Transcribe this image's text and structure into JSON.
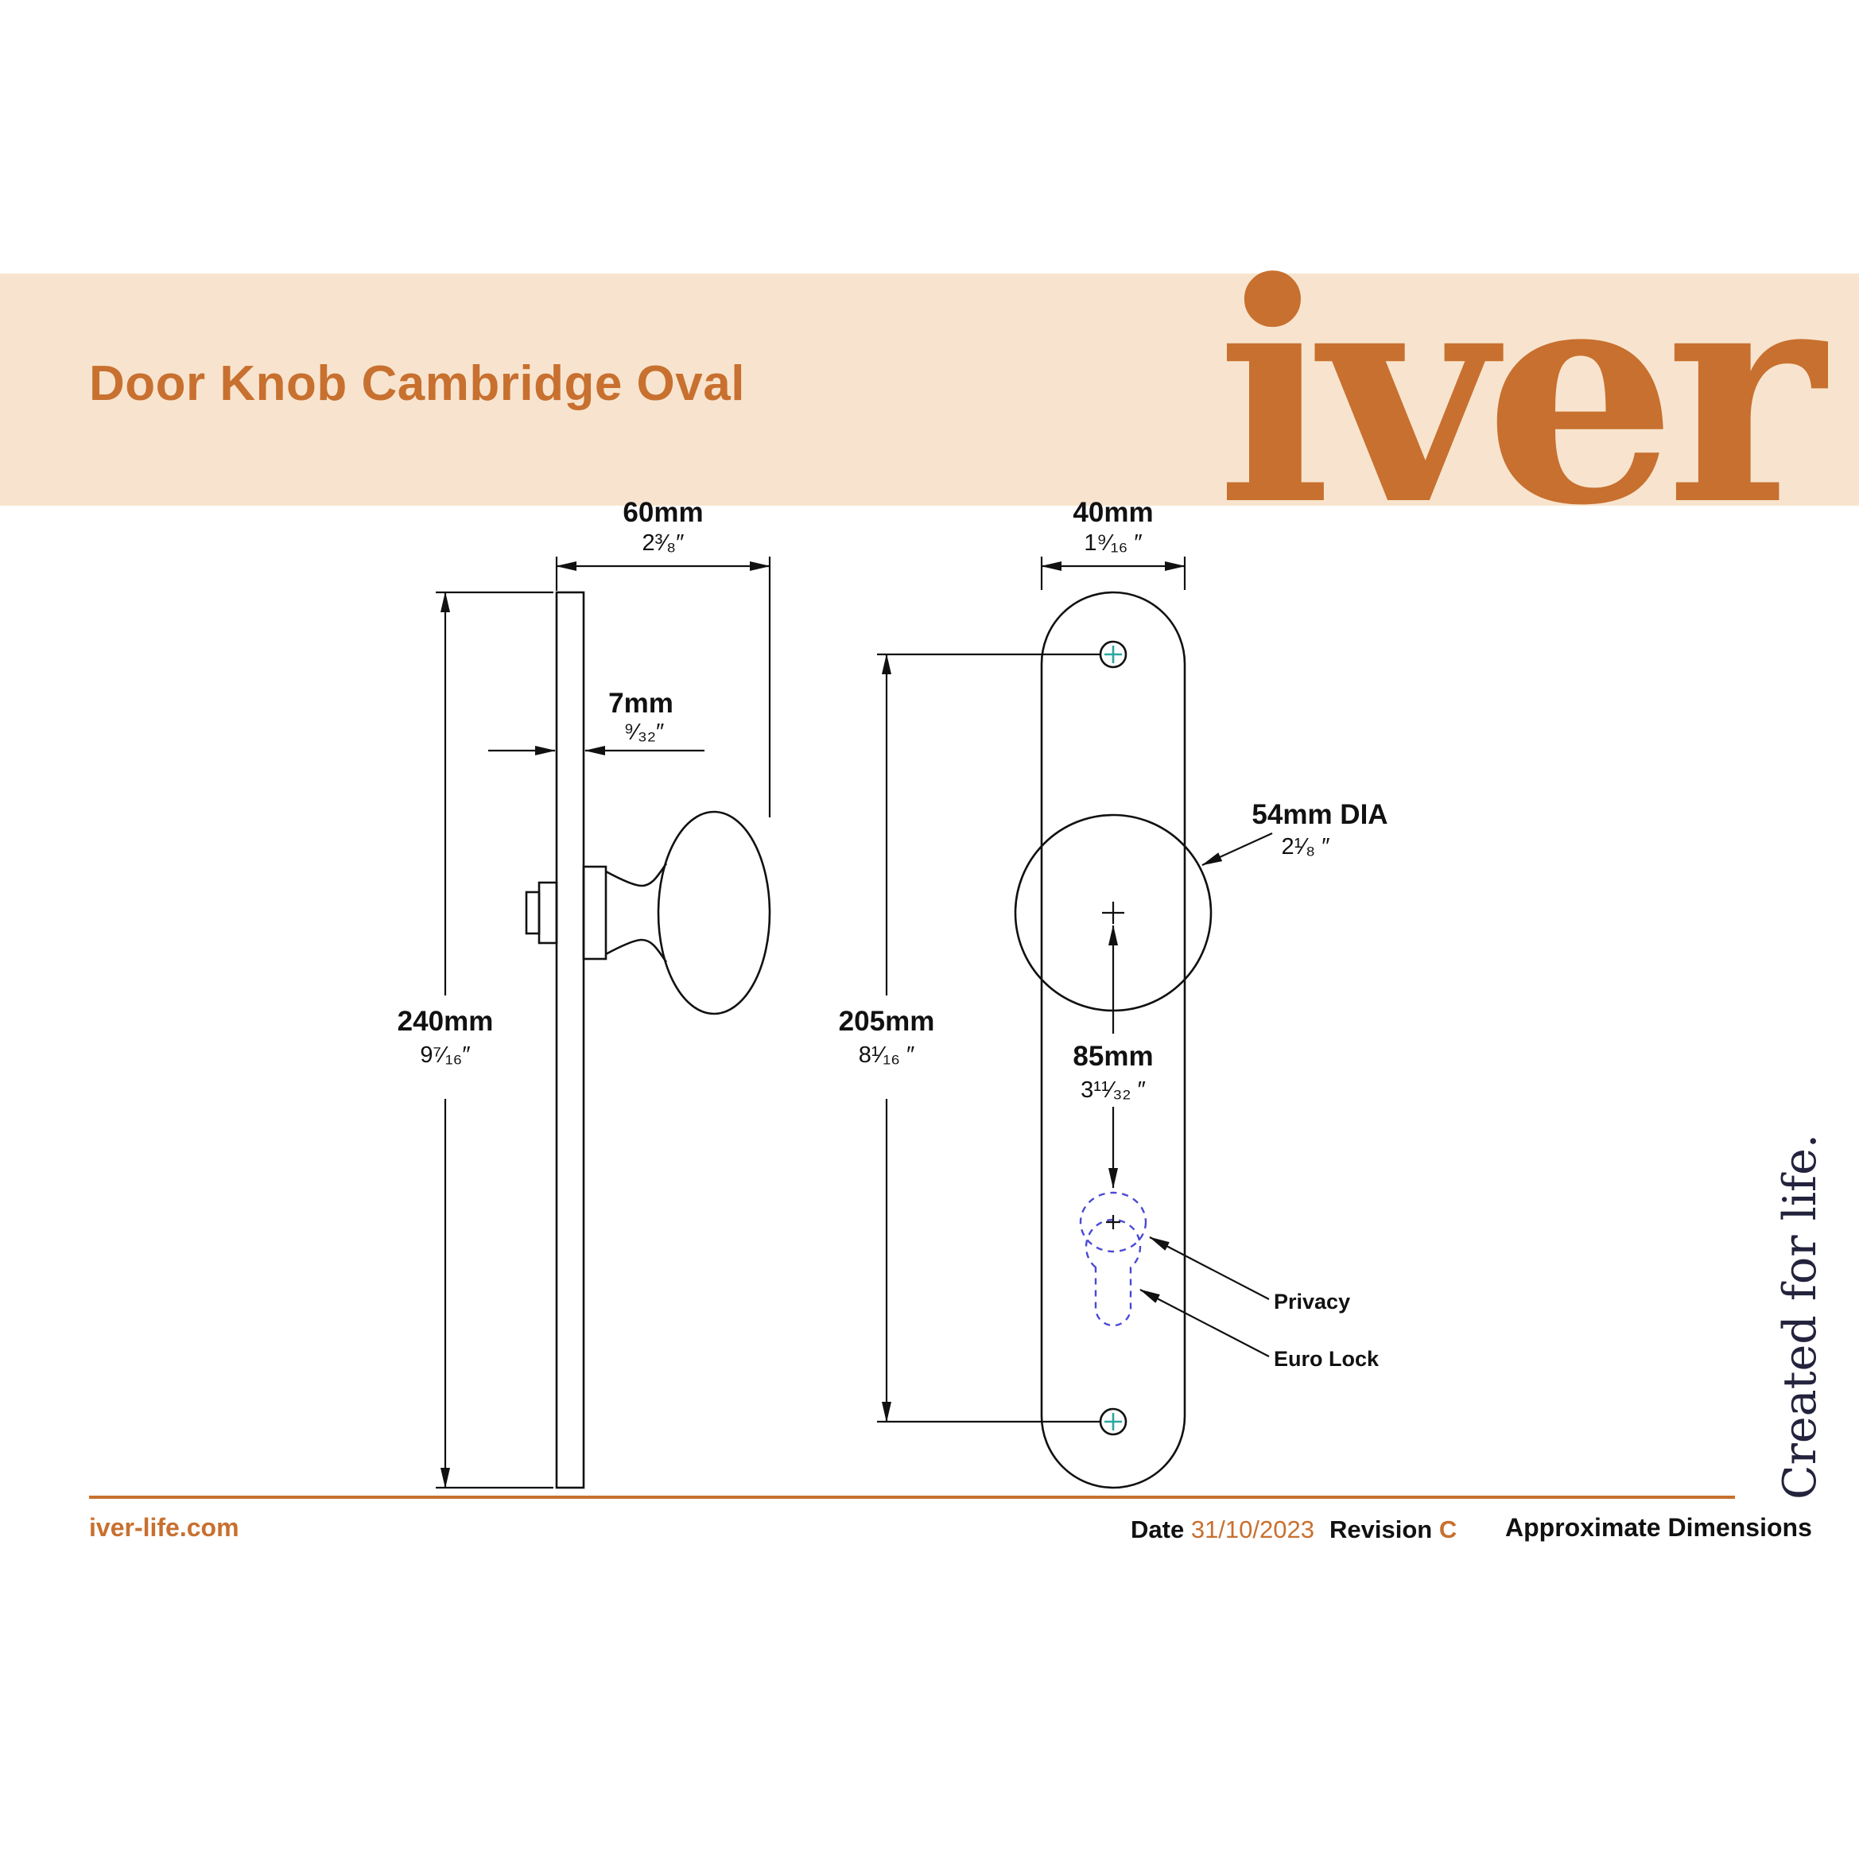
{
  "header": {
    "title": "Door Knob Cambridge Oval",
    "logo": "iver"
  },
  "tagline": "Created for life.",
  "colors": {
    "accent_orange": "#c8702f",
    "band_peach": "#f8e4ce",
    "line_black": "#111111",
    "screw_cross_teal": "#2aa8a0",
    "cutout_dashed_blue": "#4a4ad6"
  },
  "drawing": {
    "side": {
      "depth_mm": "60mm",
      "depth_in": "2³⁄₈″",
      "thickness_mm": "7mm",
      "thickness_in": "⁹⁄₃₂″",
      "height_mm": "240mm",
      "height_in": "9⁷⁄₁₆″"
    },
    "front": {
      "width_mm": "40mm",
      "width_in": "1⁹⁄₁₆ ″",
      "centers_mm": "205mm",
      "centers_in": "8¹⁄₁₆ ″",
      "knob_dia_mm": "54mm DIA",
      "knob_dia_in": "2¹⁄₈ ″",
      "key_dist_mm": "85mm",
      "key_dist_in": "3¹¹⁄₃₂ ″",
      "privacy_label": "Privacy",
      "euro_lock_label": "Euro Lock"
    }
  },
  "footer": {
    "website": "iver-life.com",
    "date_label": "Date",
    "date_value": "31/10/2023",
    "revision_label": "Revision",
    "revision_value": "C",
    "note": "Approximate Dimensions"
  }
}
